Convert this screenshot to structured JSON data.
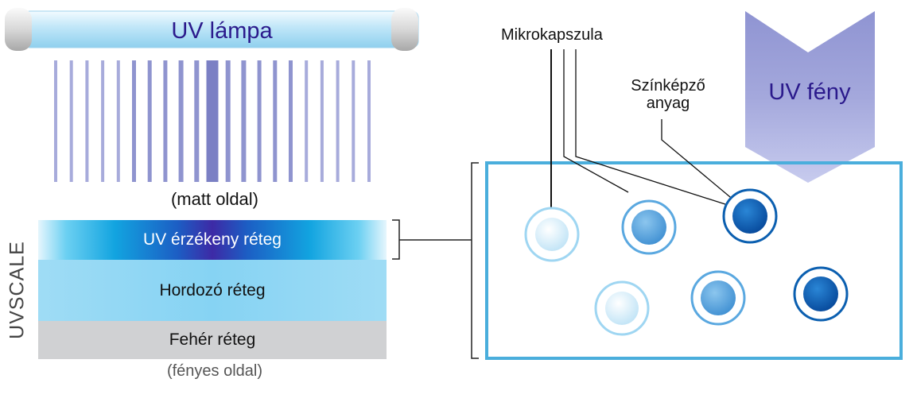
{
  "lamp": {
    "label": "UV lámpa"
  },
  "layers": {
    "top_side": "(matt oldal)",
    "uv_layer": "UV érzékeny réteg",
    "carrier_layer": "Hordozó réteg",
    "white_layer": "Fehér réteg",
    "bottom_side": "(fényes oldal)",
    "brand": "UVSCALE"
  },
  "callouts": {
    "microcapsule": "Mikrokapszula",
    "color_line1": "Színképző",
    "color_line2": "anyag",
    "uv_light": "UV fény"
  },
  "colors": {
    "title_text": "#2b1a8c",
    "frame": "#4aaedc",
    "capsule_light": "#cdebf8",
    "capsule_mid": "#5aa8e0",
    "capsule_dark": "#0b5fb0"
  }
}
